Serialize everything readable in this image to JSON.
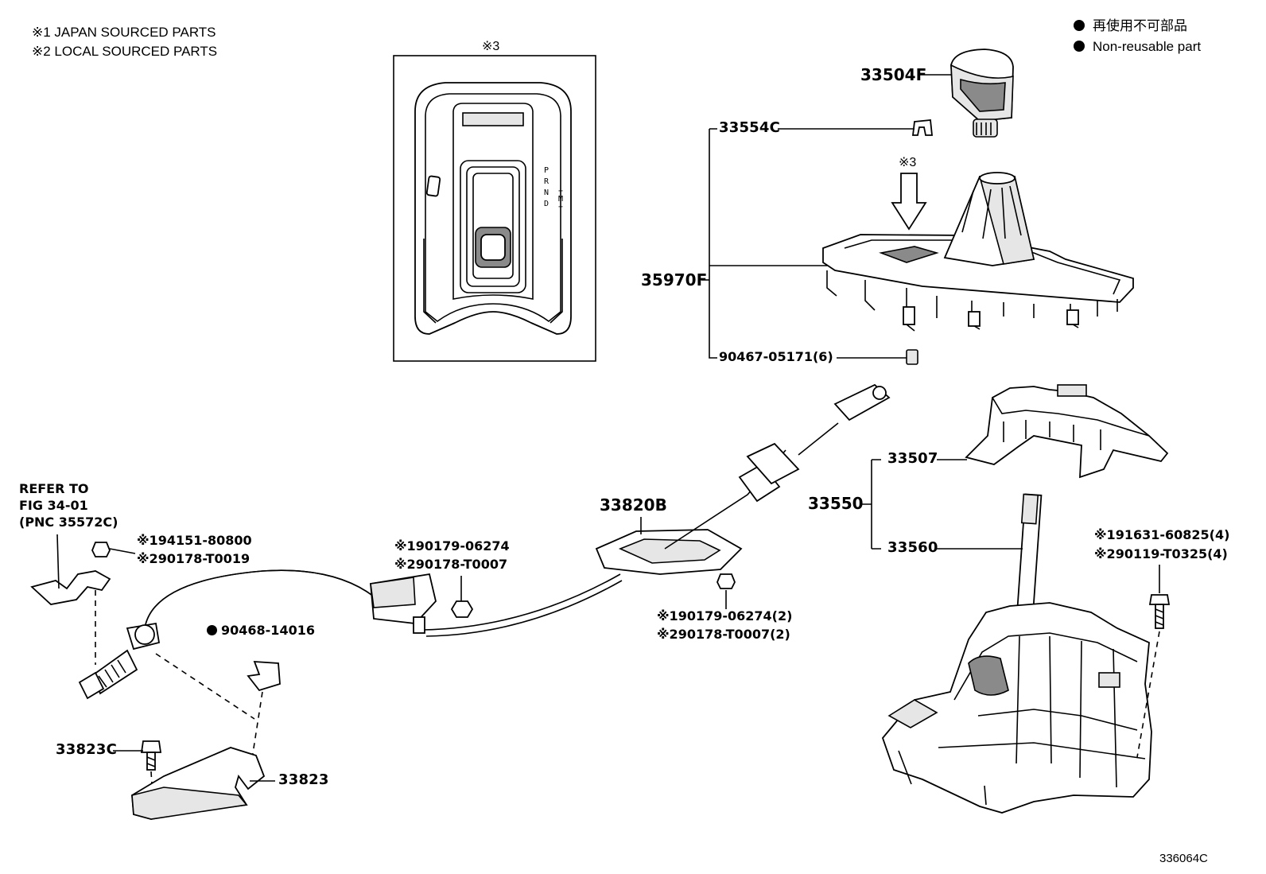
{
  "notes": {
    "japan": "※1 JAPAN SOURCED PARTS",
    "local": "※2 LOCAL SOURCED PARTS"
  },
  "legend": {
    "jp": "再使用不可部品",
    "en": "Non-reusable part"
  },
  "inset_label": "※3",
  "arrow_label": "※3",
  "gear_letters": "P R N D",
  "gear_extra": "+ M −",
  "refer": {
    "line1": "REFER TO",
    "line2": "FIG 34-01",
    "line3": "(PNC 35572C)"
  },
  "parts": {
    "p33504F": "33504F",
    "p33554C": "33554C",
    "p35970F": "35970F",
    "p90467": "90467-05171(6)",
    "p33507": "33507",
    "p33550": "33550",
    "p33560": "33560",
    "p191631": "※191631-60825(4)",
    "p290119": "※290119-T0325(4)",
    "p33820B": "33820B",
    "p190179a": "※190179-06274",
    "p290178a": "※290178-T0007",
    "p190179b": "※190179-06274(2)",
    "p290178b": "※290178-T0007(2)",
    "p194151": "※194151-80800",
    "p290178c": "※290178-T0019",
    "p90468": "90468-14016",
    "p33823C": "33823C",
    "p33823": "33823"
  },
  "figure_code": "336064C",
  "icons": {
    "non_reusable": "filled-circle-icon"
  }
}
